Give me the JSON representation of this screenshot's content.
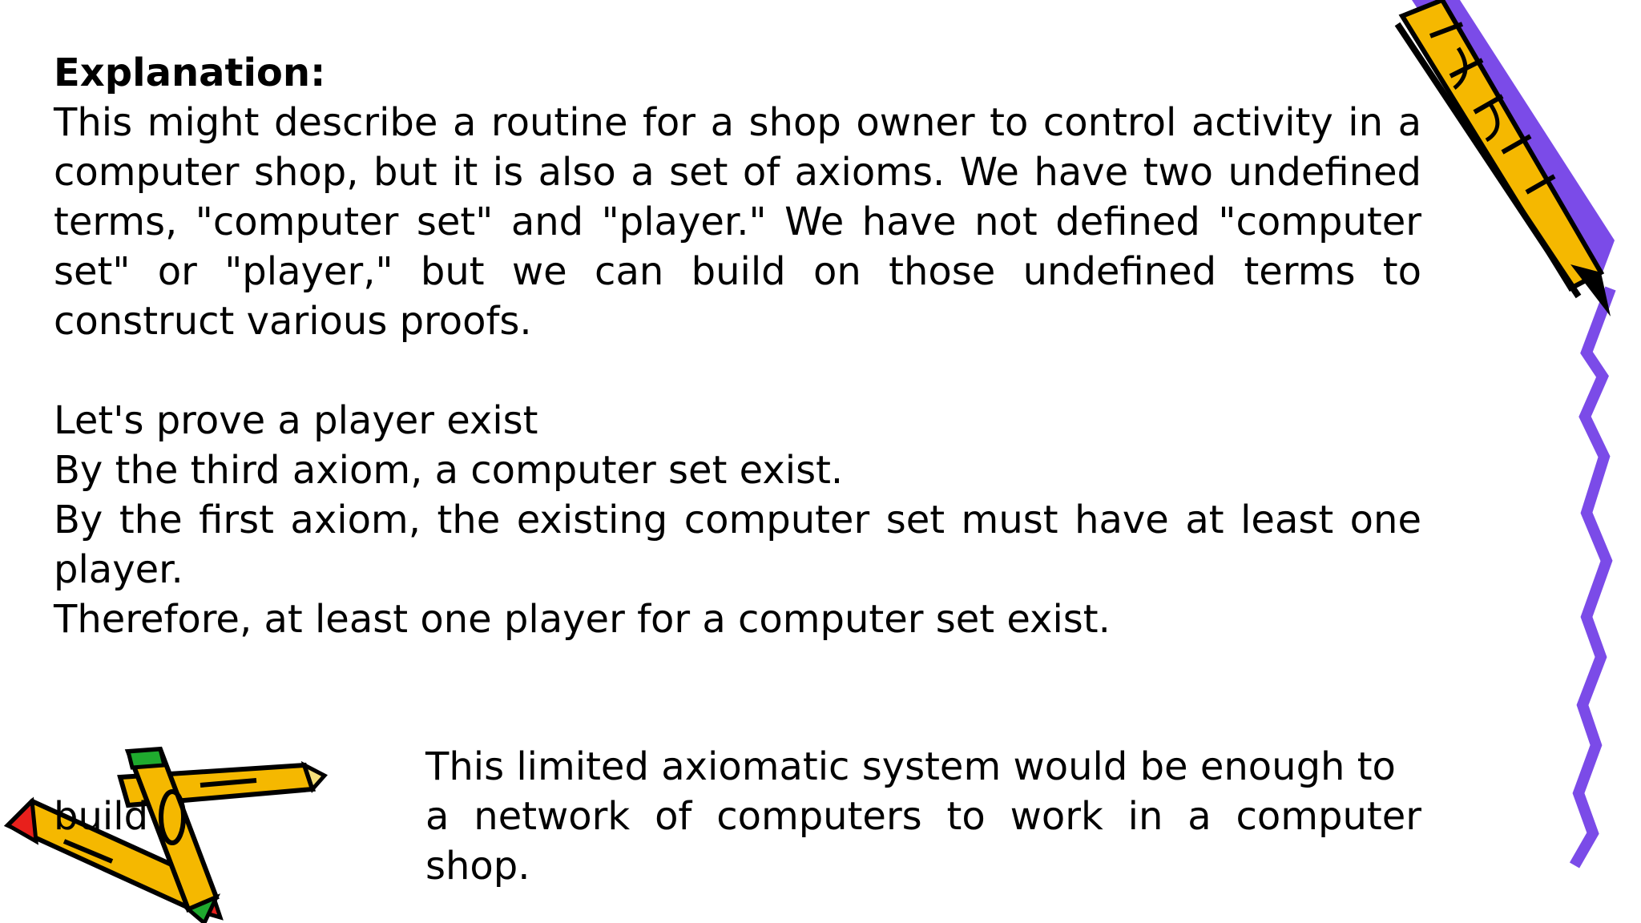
{
  "slide": {
    "heading": "Explanation:",
    "paragraph": "This might describe a routine for a shop owner to control activity in a computer shop, but it is also a set of axioms. We have two undefined terms, \"computer set\" and \"player.\" We have not defined \"computer set\" or \"player,\" but we can build on those undefined terms to construct various proofs.",
    "proof": {
      "line1": "Let's prove a player exist",
      "line2": "By the third axiom, a computer set exist.",
      "line3": "By the first axiom, the existing computer set must have at least one player.",
      "line4": "Therefore, at least one player for a computer set exist."
    },
    "closing": "This limited axiomatic system would be enough to",
    "closing_overflow": "build",
    "closing_line2": "a network of computers to work in a computer shop."
  },
  "colors": {
    "pencil_yellow": "#F5B800",
    "pencil_purple": "#7B4BE8",
    "pencil_red": "#E8201C",
    "pencil_green": "#1FAA2E",
    "outline": "#000000"
  },
  "icons": [
    "pencil-clipart-icon",
    "crossed-pencils-clipart-icon"
  ]
}
